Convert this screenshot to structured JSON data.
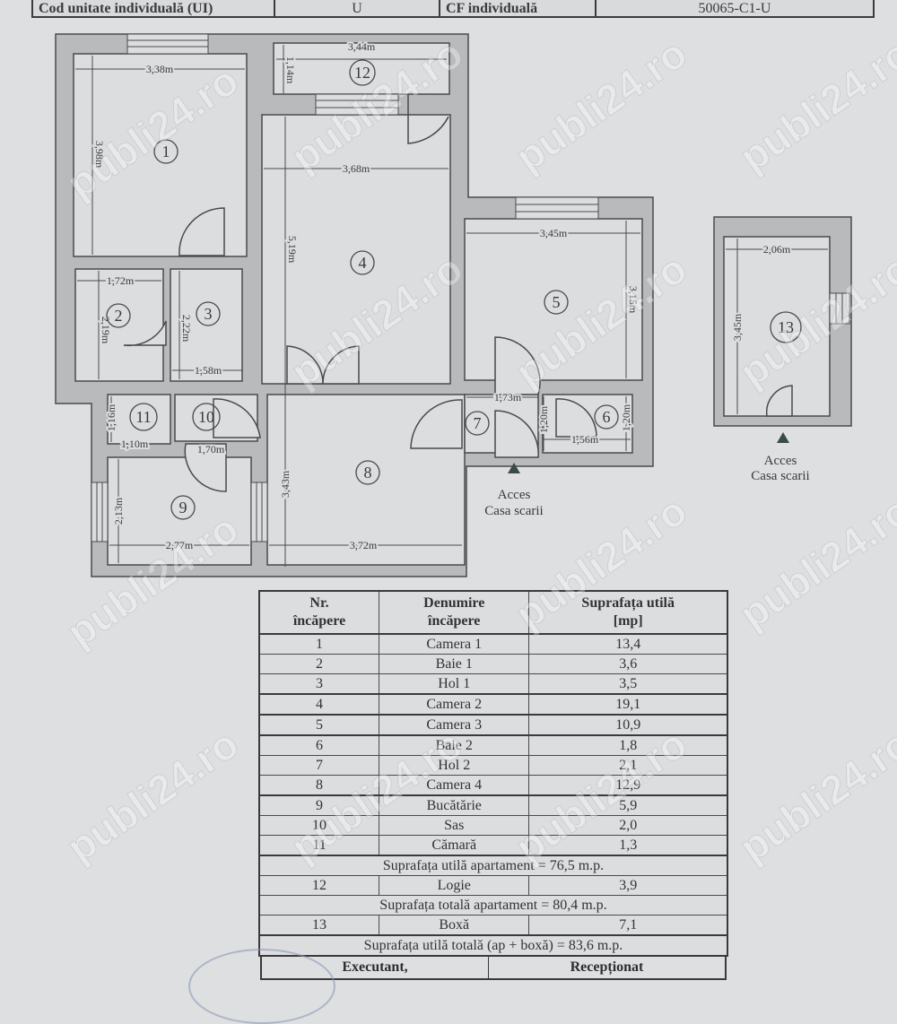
{
  "header": {
    "ui_label": "Cod unitate individuală (UI)",
    "ui_value": "U",
    "cf_label": "CF individuală",
    "cf_value": "50065-C1-U"
  },
  "floor_plan": {
    "rooms": [
      {
        "nr": "1",
        "width": "3,38m",
        "height": "3,98m"
      },
      {
        "nr": "2",
        "width": "1,72m",
        "height": "2,19m"
      },
      {
        "nr": "3",
        "width": "1,58m",
        "height": "2,22m"
      },
      {
        "nr": "4",
        "width": "3,68m",
        "height": "5,19m"
      },
      {
        "nr": "5",
        "width": "3,45m",
        "height": "3,15m"
      },
      {
        "nr": "6",
        "width": "1,56m",
        "height": "1,20m"
      },
      {
        "nr": "7",
        "width": "1,73m",
        "height": "1,20m"
      },
      {
        "nr": "8",
        "width": "3,72m",
        "height": "3,43m"
      },
      {
        "nr": "9",
        "width": "2,77m",
        "height": "2,13m"
      },
      {
        "nr": "10",
        "width": "1,70m",
        "height": ""
      },
      {
        "nr": "11",
        "width": "1,10m",
        "height": "1,16m"
      },
      {
        "nr": "12",
        "width": "3,44m",
        "height": "1,14m"
      },
      {
        "nr": "13",
        "width": "2,06m",
        "height": "3,45m"
      }
    ],
    "access_label_1": "Acces",
    "access_label_2": "Casa scarii"
  },
  "table": {
    "headers": {
      "nr_line1": "Nr.",
      "nr_line2": "încăpere",
      "name_line1": "Denumire",
      "name_line2": "încăpere",
      "area_line1": "Suprafața utilă",
      "area_line2": "[mp]"
    },
    "rows": [
      {
        "nr": "1",
        "name": "Camera 1",
        "area": "13,4"
      },
      {
        "nr": "2",
        "name": "Baie 1",
        "area": "3,6"
      },
      {
        "nr": "3",
        "name": "Hol 1",
        "area": "3,5"
      },
      {
        "nr": "4",
        "name": "Camera 2",
        "area": "19,1"
      },
      {
        "nr": "5",
        "name": "Camera 3",
        "area": "10,9"
      },
      {
        "nr": "6",
        "name": "Baie 2",
        "area": "1,8"
      },
      {
        "nr": "7",
        "name": "Hol 2",
        "area": "2,1"
      },
      {
        "nr": "8",
        "name": "Camera 4",
        "area": "12,9"
      },
      {
        "nr": "9",
        "name": "Bucătărie",
        "area": "5,9"
      },
      {
        "nr": "10",
        "name": "Sas",
        "area": "2,0"
      },
      {
        "nr": "11",
        "name": "Cămară",
        "area": "1,3"
      }
    ],
    "subtotal_apartment": "Suprafața utilă apartament = 76,5 m.p.",
    "loggia": {
      "nr": "12",
      "name": "Logie",
      "area": "3,9"
    },
    "total_apartment": "Suprafața totală apartament = 80,4 m.p.",
    "storage": {
      "nr": "13",
      "name": "Boxă",
      "area": "7,1"
    },
    "grand_total": "Suprafața utilă totală (ap + boxă) = 83,6 m.p."
  },
  "signatures": {
    "executant": "Executant,",
    "receptionat": "Recepționat"
  },
  "watermark": "publi24.ro",
  "colors": {
    "paper": "#dedfe1",
    "wall": "#b9babc",
    "line": "#4a4a4a"
  }
}
